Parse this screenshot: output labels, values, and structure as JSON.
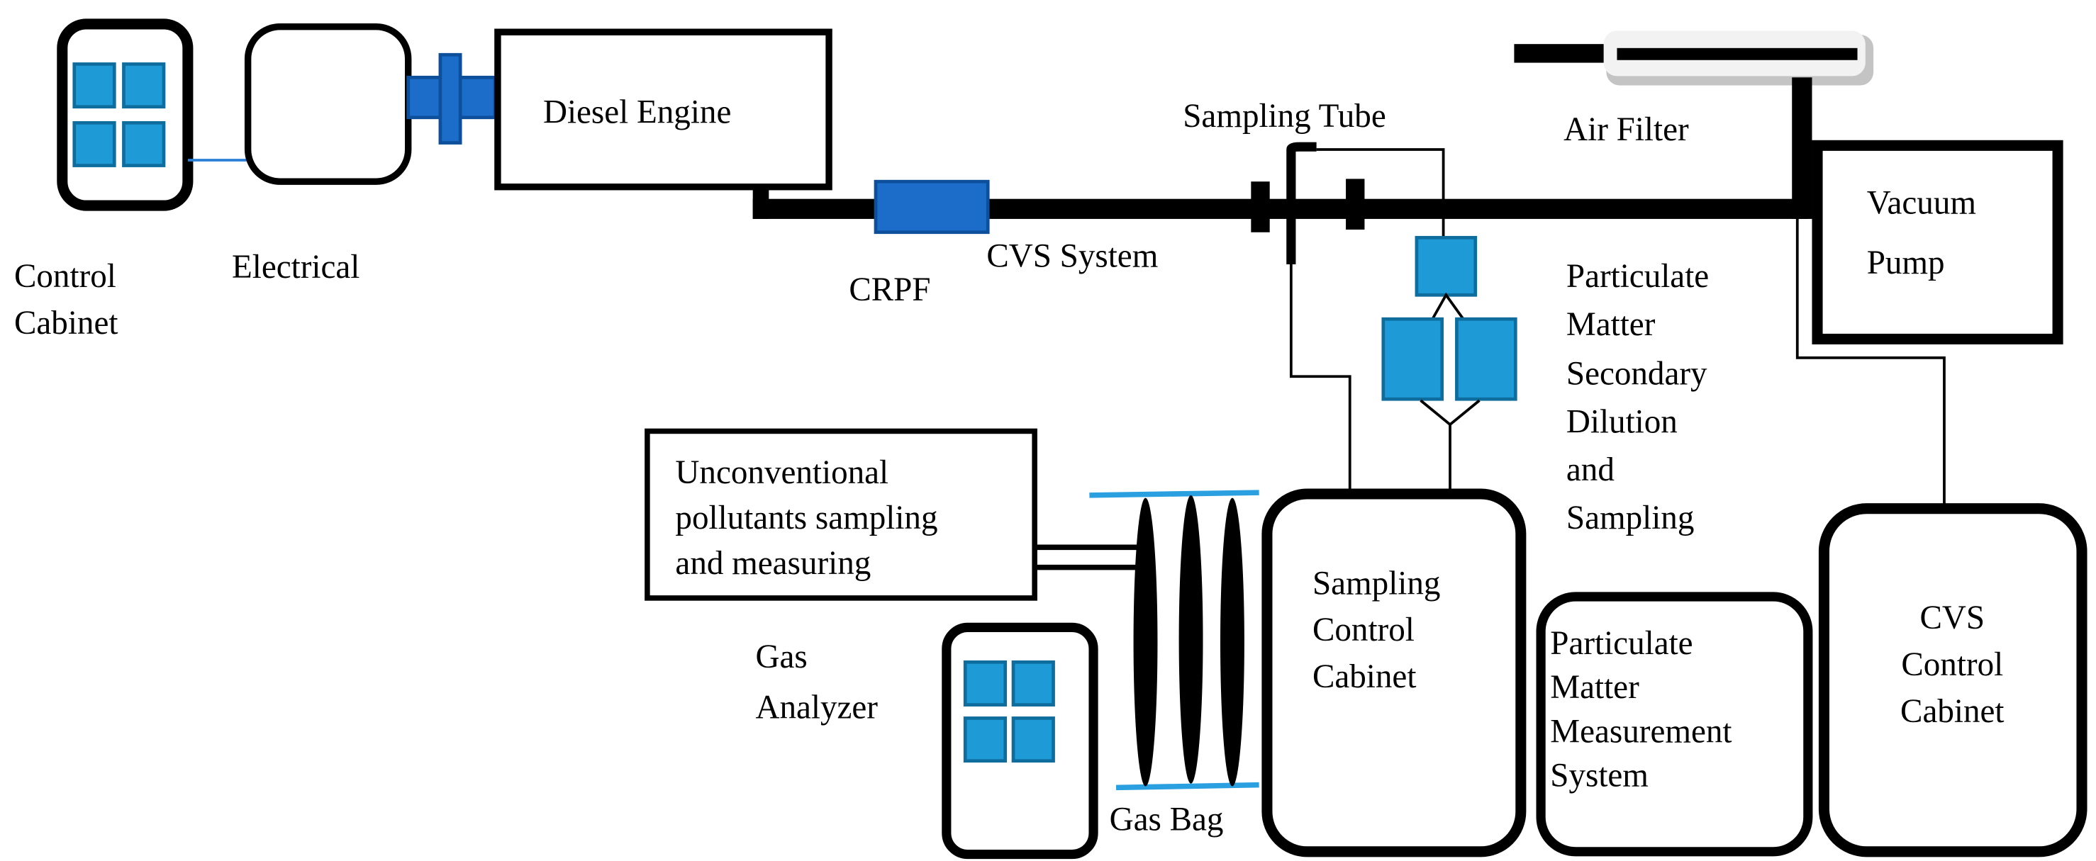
{
  "labels": {
    "control_cabinet": [
      "Control",
      "Cabinet"
    ],
    "electrical": "Electrical",
    "diesel_engine": "Diesel Engine",
    "crpf": "CRPF",
    "cvs_system": "CVS System",
    "sampling_tube": "Sampling Tube",
    "air_filter": "Air Filter",
    "vacuum_pump": [
      "Vacuum",
      "Pump"
    ],
    "pm_secondary_dilution": [
      "Particulate",
      "Matter",
      "Secondary",
      "Dilution",
      "and",
      "Sampling"
    ],
    "unconventional": [
      "Unconventional",
      "pollutants sampling",
      "and measuring"
    ],
    "gas_analyzer": [
      "Gas",
      "Analyzer"
    ],
    "gas_bag": "Gas Bag",
    "sampling_control_cabinet": [
      "Sampling",
      "Control",
      "Cabinet"
    ],
    "pm_measurement": [
      "Particulate",
      "Matter",
      "Measurement",
      "System"
    ],
    "cvs_control_cabinet": [
      "CVS",
      "Control",
      "Cabinet"
    ]
  },
  "colors": {
    "panel_blue": "#1e9ad6",
    "component_blue": "#1c6dc9",
    "line_blue": "#2aa0e0"
  }
}
